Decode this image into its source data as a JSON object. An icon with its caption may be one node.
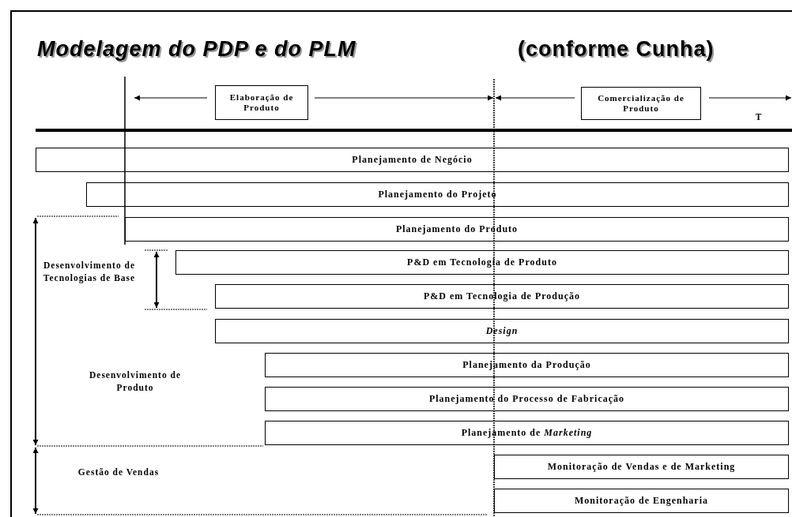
{
  "diagram": {
    "title": "Modelagem do PDP e do PLM",
    "nodes": [
      {
        "text": [
          "Elaboração de Produto"
        ]
      },
      {
        "text": [
          "Comercialização de Produto"
        ]
      },
      {
        "text": [
          "Planejamento de Negócio"
        ]
      },
      {
        "text": [
          "Planejamento do Projeto"
        ]
      },
      {
        "text": [
          "Planejamento do Produto"
        ]
      },
      {
        "text": [
          "P&D em Tecnologia de Produto"
        ]
      },
      {
        "text": [
          "P&D em Tecnologia de Produção"
        ]
      },
      {
        "text": [
          "Design"
        ]
      },
      {
        "text": [
          "Planejamento da Produção"
        ]
      },
      {
        "text": [
          "Planejamento do Processo de Fabricação"
        ]
      },
      {
        "text": [
          "Planejamento de *Marketing*"
        ]
      },
      {
        "text": [
          "Monitoração de Vendas e de Marketing"
        ]
      },
      {
        "text": [
          "Monitoração de Engenharia"
        ]
      }
    ],
    "labels": [
      "(conforme Cunha)",
      "T",
      "Desenvolvimento de Tecnologias de Base",
      "Desenvolvimento de Produto",
      "Gestão de Vendas"
    ]
  }
}
